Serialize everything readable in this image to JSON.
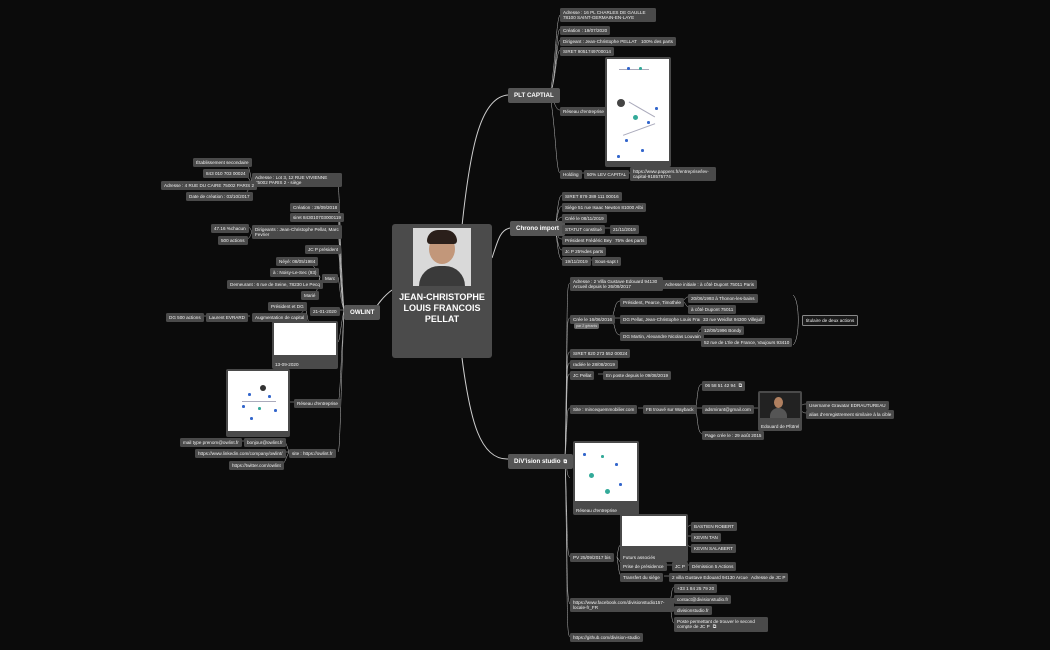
{
  "root": {
    "title": "JEAN-CHRISTOPHE LOUIS FRANCOIS PELLAT"
  },
  "plt": {
    "title": "PLT CAPTIAL",
    "adresse": "Adresse : 16 PL CHARLES DE GAULLE 78100 SAINT-GERMAIN-EN-LAYE",
    "creation": "Création : 19/07/2020",
    "dirigeant": "Dirigeant : Jean-Christophe PELLAT",
    "parts": "100% des parts",
    "siret": "SIRET 9051749700014",
    "reseau": "Réseau d'entreprise",
    "holding": "Holding",
    "lev": "50% LEV CAPITAL",
    "url": "https://www.pappers.fr/entreprise/lev-capital-918575774"
  },
  "chrono": {
    "title": "Chrono import",
    "items": [
      "SIRET 879 389 111 00016",
      "Siège 51 rue Isaac Newton 81000 Albi",
      "Créé le 08/11/2019",
      "STATUT constitué",
      "Président Frédéric Beyer",
      "Jc P 25%des parts",
      "19/11/2019"
    ],
    "statut_date": "21/11/2019",
    "president_parts": "75% des parts",
    "sous": "Sous-sapt I"
  },
  "owlint": {
    "title": "OWLINT",
    "adresse": "Adresse : Lot 3, 12 RUE VIVIENNE 75002 PARIS 2 - siège",
    "etab": "Établissement secondaire",
    "etab_siret": "843 010 703 00024",
    "adresse2": "Adresse : 4 RUE DU CAIRE 75002 PARIS 2",
    "date_creation": "Date de création : 03/10/2017",
    "creation": "Création : 26/09/2018",
    "siret": "siret 843010703000119",
    "dirigeants": "Dirigeants : Jean-Christophe Pellat, Marc Fevrier",
    "pct": "47.16 %chacun",
    "actions500": "500 actions",
    "jcp": "JC P président",
    "marc": "Marc",
    "marc_items": [
      "Néyé: 08/05/1984",
      "à : Noisy-Le-Sec (93)",
      "Demeurant : 6 rue de Seine, 78230 Le Pecq",
      "Marié"
    ],
    "date": "21-01-2020",
    "pres_dg": "Président et DG",
    "dg": "DG 500 actions",
    "laurent": "Laurent EVRARD",
    "augmentation": "Augmentation de capital",
    "doc_caption": "13-09-2020",
    "reseau": "Réseau d'entreprise",
    "mail_type": "mail type prenom@owlint.fr",
    "bonjour": "bonjour@owlint.fr",
    "site": "site : https://owlint.fr",
    "linkedin": "https://www.linkedin.com/company/owlint/",
    "twitter": "https://twitter.com/owlint"
  },
  "division": {
    "title": "DiV'ision studio",
    "adresse": "Adresse : 2 Villa Gustave Edouard 94130 Arcueil depuis le 26/09/2017",
    "adresse_init": "Adresse initiale : à côté Dupont 75011 Paris",
    "cree": "Crée le 16/06/2016",
    "cree_pill": "par 2 gérants",
    "pres": "Président, Pearce, Timothée",
    "pres_date": "20/06/1993 à Thonon-les-bains",
    "pres_addr": "à côté Dupont 75011",
    "dg1": "DG Pellat, Jean-Christophe Louis François",
    "dg1_addr": "33 rue Weidlot 94300 Villejuif",
    "dg2": "DG Martin, Alexandre Nicolas Louvain",
    "dg2_date": "12/09/1996 Bondy",
    "dg2_addr": "52 rue de L'Ile de France, Vaujours 93410",
    "titulaire": "titulaire de deux actions",
    "siret": "SIRET 820 273 552 00024",
    "radiee": "radiée le 28/08/2019",
    "jcp": "JC Pellat",
    "jcp_gerant": "En poste depuis le 09/08/2019",
    "site": "Site : mincequemmobilier.com",
    "wayback": "FB trouvé sur Wayback",
    "phone": "06 58 51 42 94",
    "email": "adsmirant@gmail.com",
    "page": "Page crée le : 29 août 2015",
    "edouard": "Edouard de Pfütrel",
    "username": "Username Gravatar EDRAUTUREAU",
    "alias": "alias d'enregistrement similaire à la cible",
    "reseau": "Réseau d'entreprise",
    "pv": "PV 25/09/2017 bis",
    "futurs": "Futurs associés",
    "bastien": "BASTIEN ROBERT",
    "kevin1": "KEVIN TAN",
    "kevin2": "KEVIN SALABERT",
    "prise": "Prise de présidence",
    "jcp2": "JC P",
    "demission": "Démission 5 Actions",
    "transfert": "Transfert du siège",
    "villa": "2 villa Gustave Edouard 94130 Arcueil",
    "adresse_jcp": "Adresse de JC P",
    "facebook": "https://www.facebook.com/divisionstudio157-locale-fr_FR",
    "fb_phone": "+33 1 84 25 79 20",
    "fb_contact": "contact@divisionstudio.fr",
    "fb_site": "divisionstudio.fr",
    "fb_poste": "Poste permettant de trouver le second compte de JC P",
    "github": "https://github.com/division-studio"
  },
  "colors": {
    "background": "#0b0b0b",
    "node": "#4a4a4a",
    "line": "#cfcfcf"
  }
}
